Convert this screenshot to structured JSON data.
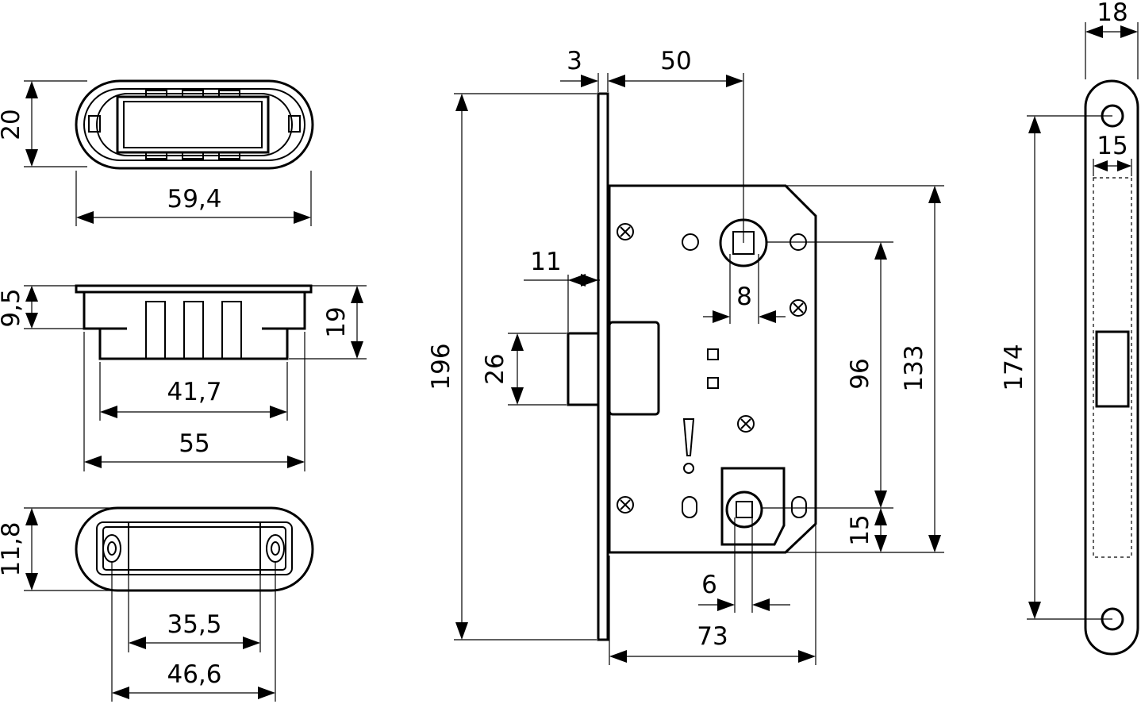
{
  "dimensions": {
    "strike_cover_width": "59,4",
    "strike_cover_height": "20",
    "strike_depth_front": "9,5",
    "strike_depth_total": "19",
    "strike_body_inner": "41,7",
    "strike_body_outer": "55",
    "strike_plate_height": "11,8",
    "strike_hole_inner": "35,5",
    "strike_hole_outer": "46,6",
    "faceplate_thickness": "3",
    "backset": "50",
    "faceplate_total_height": "196",
    "latch_projection": "11",
    "latch_height": "26",
    "spindle_size": "8",
    "handle_to_cylinder": "96",
    "case_height": "133",
    "cylinder_to_bottom": "15",
    "lower_spindle_size": "6",
    "case_depth": "73",
    "faceplate_width": "18",
    "faceplate_inner_width": "15",
    "faceplate_hole_distance": "174"
  }
}
